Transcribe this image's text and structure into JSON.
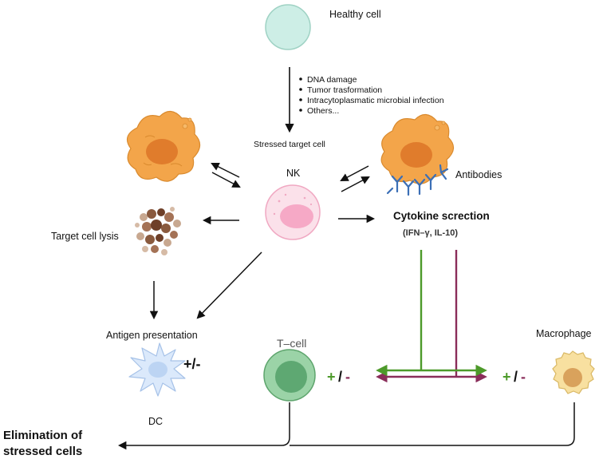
{
  "labels": {
    "healthy_cell": "Healthy cell",
    "stressed_target_cell": "Stressed target cell",
    "nk": "NK",
    "antibodies": "Antibodies",
    "cytokine_title": "Cytokine screction",
    "cytokine_sub": "(IFN–γ, IL-10)",
    "target_cell_lysis": "Target cell lysis",
    "antigen_presentation": "Antigen presentation",
    "dc": "DC",
    "t_cell": "T–cell",
    "macrophage": "Macrophage",
    "elimination_line1": "Elimination of",
    "elimination_line2": "stressed cells",
    "dc_modulation": "+/-"
  },
  "stressors": [
    "DNA damage",
    "Tumor trasformation",
    "Intracytoplasmatic microbial infection",
    "Others..."
  ],
  "modulation": {
    "plus": "+",
    "slash": "/",
    "minus": "-"
  },
  "colors": {
    "green": "#4d9a2a",
    "purple": "#8a2d5a",
    "healthy_cell": "#cdeee6",
    "nk_cell": "#f8c7d8",
    "target_cell": "#f3a54a",
    "t_cell": "#6dbb82",
    "macrophage": "#f8e0a0",
    "dc_cell": "#dbe9fb"
  }
}
